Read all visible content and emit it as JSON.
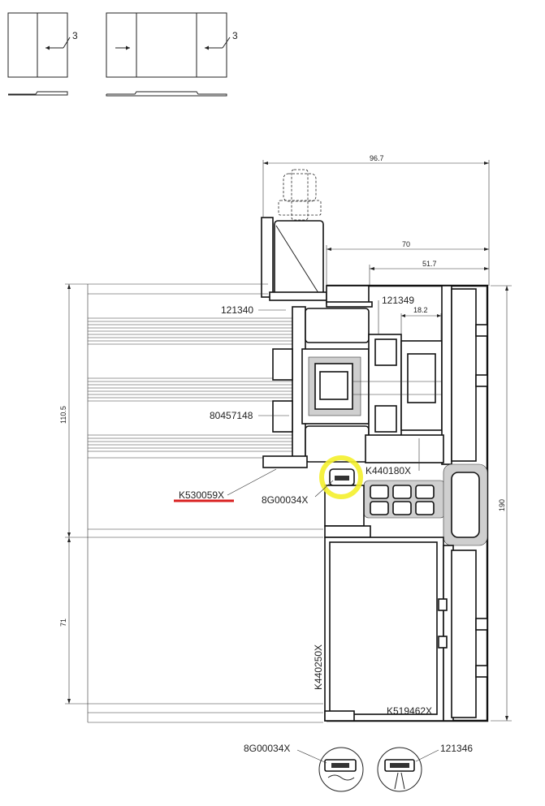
{
  "thumbnails": {
    "left_tick": "3",
    "right_tick": "3"
  },
  "dimensions": {
    "d_96_7": "96.7",
    "d_70": "70",
    "d_51_7": "51.7",
    "d_18_2": "18.2",
    "d_110_5": "110.5",
    "d_71": "71",
    "d_190": "190"
  },
  "labels": {
    "p121340": "121340",
    "p121349": "121349",
    "p80457148": "80457148",
    "pK440180X": "K440180X",
    "pK530059X": "K530059X",
    "p8G00034X": "8G00034X",
    "pK440250X": "K440250X",
    "pK519462X": "K519462X"
  },
  "details": {
    "left_label": "8G00034X",
    "right_label": "121346"
  },
  "colors": {
    "highlight": "#f4ef2c",
    "underline": "#d92020"
  }
}
